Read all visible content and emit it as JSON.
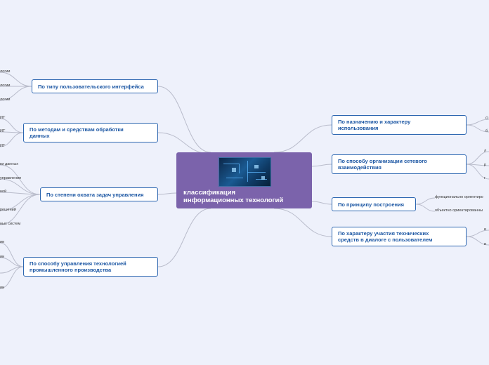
{
  "central": {
    "title": "классификация\nинформационных технологий"
  },
  "left_branches": [
    {
      "label": "По типу пользовательского интерфейса",
      "leaves": [
        "логии",
        "логии",
        "логии"
      ]
    },
    {
      "label": "По методам и средствам обработки\nданных",
      "leaves": [
        "ИТ",
        "ИТ",
        "ИТ"
      ]
    },
    {
      "label": "По степени охвата задач управления",
      "leaves": [
        "ки данных",
        "управления",
        "ной",
        "решений",
        "ных систем"
      ]
    },
    {
      "label": "По способу управления технологией\nпромышленного производства",
      "leaves": [
        "ии",
        "ии",
        "",
        "ии"
      ]
    }
  ],
  "right_branches": [
    {
      "label": "По назначению и характеру\nиспользования",
      "leaves": [
        "О",
        "б"
      ]
    },
    {
      "label": "По способу организации сетевого\nвзаимодействия",
      "leaves": [
        "л",
        "р",
        "г"
      ]
    },
    {
      "label": "По принципу построения",
      "leaves": [
        "функционально ориентиро",
        "объектно ориентированны"
      ]
    },
    {
      "label": "По характеру участия технических\nсредств в диалоге с пользователем",
      "leaves": [
        "и",
        "и"
      ]
    }
  ],
  "colors": {
    "background": "#eef1fb",
    "central": "#7b63ab",
    "node_border": "#2c66b0",
    "node_text": "#1b56a3",
    "link": "#b9bccb"
  }
}
